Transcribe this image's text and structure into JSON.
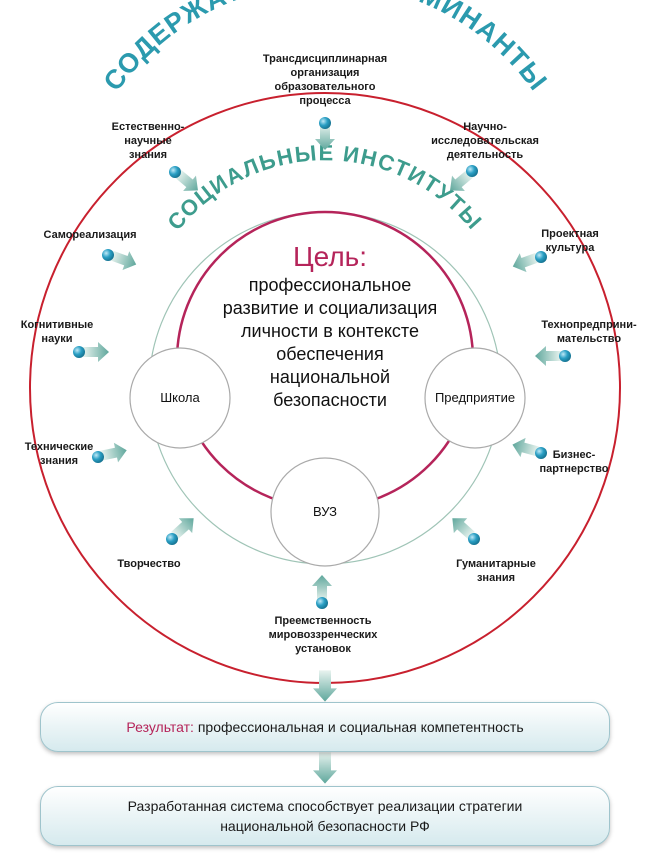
{
  "title_outer": "СОДЕРЖАТЕЛЬНЫЕ ДОМИНАНТЫ",
  "title_inner": "СОЦИАЛЬНЫЕ ИНСТИТУТЫ",
  "goal": {
    "title": "Цель:",
    "lines": [
      "профессиональное",
      "развитие и социализация",
      "личности в контексте",
      "обеспечения",
      "национальной",
      "безопасности"
    ]
  },
  "nodes": {
    "school": "Школа",
    "enterprise": "Предприятие",
    "university": "ВУЗ"
  },
  "dominants": {
    "transdisciplinary": [
      "Трансдисциплинарная",
      "организация",
      "образовательного",
      "процесса"
    ],
    "research": [
      "Научно-",
      "исследовательская",
      "деятельность"
    ],
    "project": [
      "Проектная",
      "культура"
    ],
    "techno": [
      "Технопредприни-",
      "мательство"
    ],
    "business": [
      "Бизнес-",
      "партнерство"
    ],
    "humanitarian": [
      "Гуманитарные",
      "знания"
    ],
    "continuity": [
      "Преемственность",
      "мировоззренческих",
      "установок"
    ],
    "creativity": [
      "Творчество"
    ],
    "technical": [
      "Технические",
      "знания"
    ],
    "cognitive": [
      "Когнитивные",
      "науки"
    ],
    "selfreal": [
      "Самореализация"
    ],
    "natural": [
      "Естественно-",
      "научные",
      "знания"
    ]
  },
  "result": {
    "label": "Результат:",
    "text": " профессиональная и социальная компетентность"
  },
  "system": {
    "lines": [
      "Разработанная система способствует реализации стратегии",
      "национальной безопасности РФ"
    ]
  },
  "colors": {
    "outer_circle": "#c8202e",
    "inner_circle": "#b5245a",
    "title_teal": "#2b9aae",
    "title_green": "#3d9c8d",
    "arrow": "#5fa79c",
    "dot": "#2a9fc4",
    "connector": "#9fc4b6",
    "node_border": "#aaaaaa"
  },
  "icons": {
    "arrow": "arrow-icon",
    "dot": "dot-icon"
  }
}
